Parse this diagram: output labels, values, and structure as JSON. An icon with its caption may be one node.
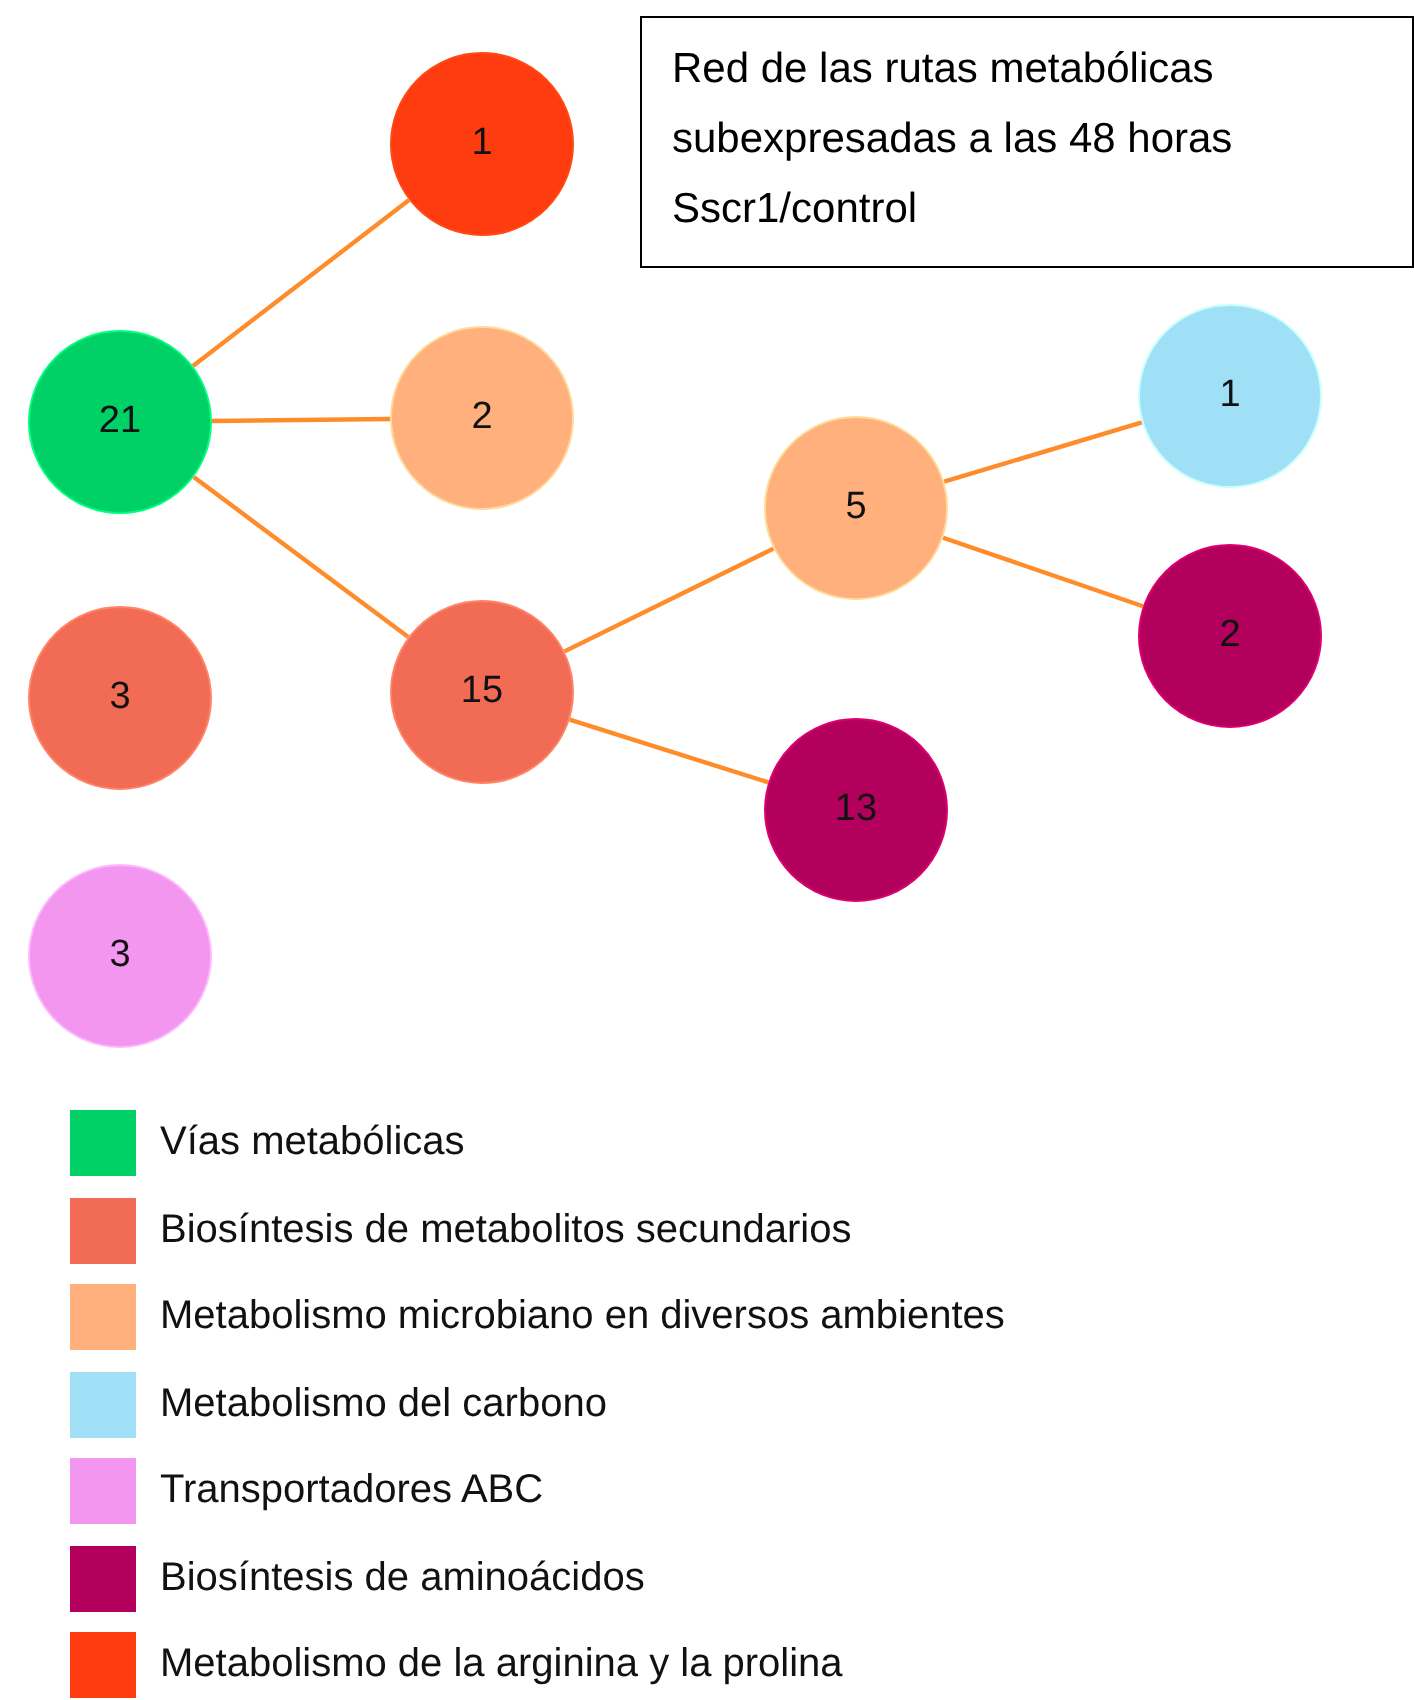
{
  "diagram": {
    "title": "Red de las rutas metabólicas subexpresadas a las 48 horas Sscr1/control",
    "nodes": [
      {
        "text": [
          "21"
        ]
      },
      {
        "text": [
          "1"
        ]
      },
      {
        "text": [
          "2"
        ]
      },
      {
        "text": [
          "15"
        ]
      },
      {
        "text": [
          "3"
        ]
      },
      {
        "text": [
          "3"
        ]
      },
      {
        "text": [
          "5"
        ]
      },
      {
        "text": [
          "13"
        ]
      },
      {
        "text": [
          "1"
        ]
      },
      {
        "text": [
          "2"
        ]
      }
    ],
    "edges": [
      {
        "from": 0,
        "to": 1,
        "arrow": "none"
      },
      {
        "from": 0,
        "to": 2,
        "arrow": "none"
      },
      {
        "from": 0,
        "to": 3,
        "arrow": "none"
      },
      {
        "from": 3,
        "to": 6,
        "arrow": "none"
      },
      {
        "from": 3,
        "to": 7,
        "arrow": "none"
      },
      {
        "from": 6,
        "to": 8,
        "arrow": "none"
      },
      {
        "from": 6,
        "to": 9,
        "arrow": "none"
      }
    ],
    "legend": [
      {
        "text": "Vías metabólicas",
        "color": "#00d166"
      },
      {
        "text": "Biosíntesis de metabolitos secundarios",
        "color": "#f26b55"
      },
      {
        "text": "Metabolismo microbiano en diversos ambientes",
        "color": "#ffb07c"
      },
      {
        "text": "Metabolismo del carbono",
        "color": "#a0e0f7"
      },
      {
        "text": "Transportadores ABC",
        "color": "#f296ef"
      },
      {
        "text": "Biosíntesis de aminoácidos",
        "color": "#b3005c"
      },
      {
        "text": "Metabolismo de la arginina y la prolina",
        "color": "#ff3c0f"
      }
    ]
  }
}
